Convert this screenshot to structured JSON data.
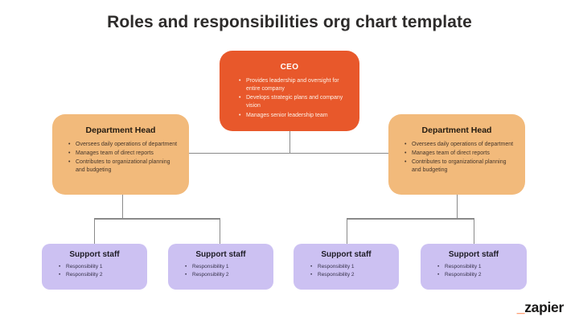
{
  "page": {
    "title": "Roles and responsibilities org chart template"
  },
  "colors": {
    "ceo_box": "#E8582B",
    "department_box": "#F2BA7B",
    "support_box": "#CCC1F2",
    "connector": "#8A8A8A",
    "title_text": "#2E2C2B",
    "logo_accent": "#FF4F00"
  },
  "chart": {
    "ceo": {
      "title": "CEO",
      "bullets": [
        "Provides leadership and oversight for entire company",
        "Develops strategic plans and company vision",
        "Manages senior leadership team"
      ]
    },
    "department_heads": [
      {
        "title": "Department Head",
        "bullets": [
          "Oversees daily operations of department",
          "Manages team of direct reports",
          "Contributes to organizational planning and budgeting"
        ]
      },
      {
        "title": "Department Head",
        "bullets": [
          "Oversees daily operations of department",
          "Manages team of direct reports",
          "Contributes to organizational planning and budgeting"
        ]
      }
    ],
    "support_staff": [
      {
        "title": "Support staff",
        "bullets": [
          "Responsibility 1",
          "Responsibility 2"
        ]
      },
      {
        "title": "Support staff",
        "bullets": [
          "Responsibility 1",
          "Responsibility 2"
        ]
      },
      {
        "title": "Support staff",
        "bullets": [
          "Responsibility 1",
          "Responsibility 2"
        ]
      },
      {
        "title": "Support staff",
        "bullets": [
          "Responsibility 1",
          "Responsibility 2"
        ]
      }
    ]
  },
  "branding": {
    "logo_prefix": "_",
    "logo_text": "zapier"
  }
}
